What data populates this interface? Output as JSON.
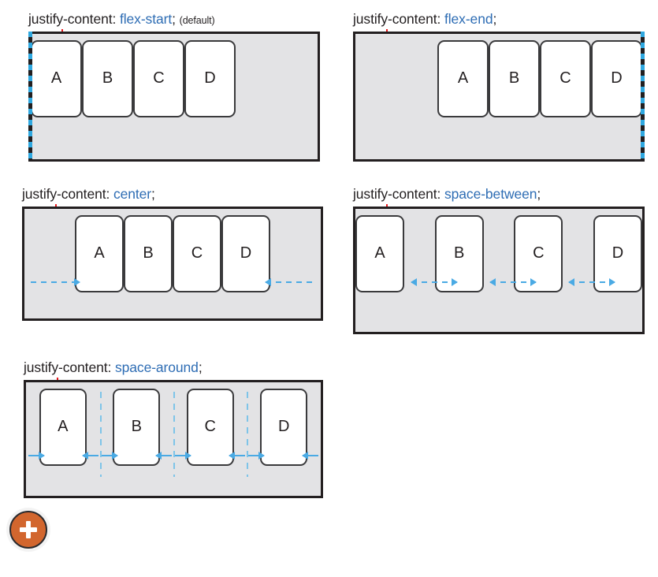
{
  "property_name": "justify-content:",
  "semicolon": ";",
  "box_labels": [
    "A",
    "B",
    "C",
    "D"
  ],
  "colors": {
    "value_blue": "#2e6db4",
    "arrow_blue": "#4aaae4",
    "edge_marker_blue": "#2fa8e0",
    "container_bg": "#e3e3e5",
    "container_border": "#231f20",
    "box_bg": "#ffffff",
    "box_border": "#3a3a3c",
    "tick_red": "#e8161b",
    "badge_orange": "#d2662e",
    "text": "#231f20"
  },
  "panels": [
    {
      "id": "flex-start",
      "value": "flex-start",
      "note": "(default)",
      "edge_marker": "left"
    },
    {
      "id": "flex-end",
      "value": "flex-end",
      "note": "",
      "edge_marker": "right"
    },
    {
      "id": "center",
      "value": "center",
      "note": "",
      "edge_marker": "none"
    },
    {
      "id": "space-between",
      "value": "space-between",
      "note": "",
      "edge_marker": "none"
    },
    {
      "id": "space-around",
      "value": "space-around",
      "note": "",
      "edge_marker": "none"
    }
  ],
  "badge": {
    "icon": "plus-icon",
    "label": "+"
  }
}
